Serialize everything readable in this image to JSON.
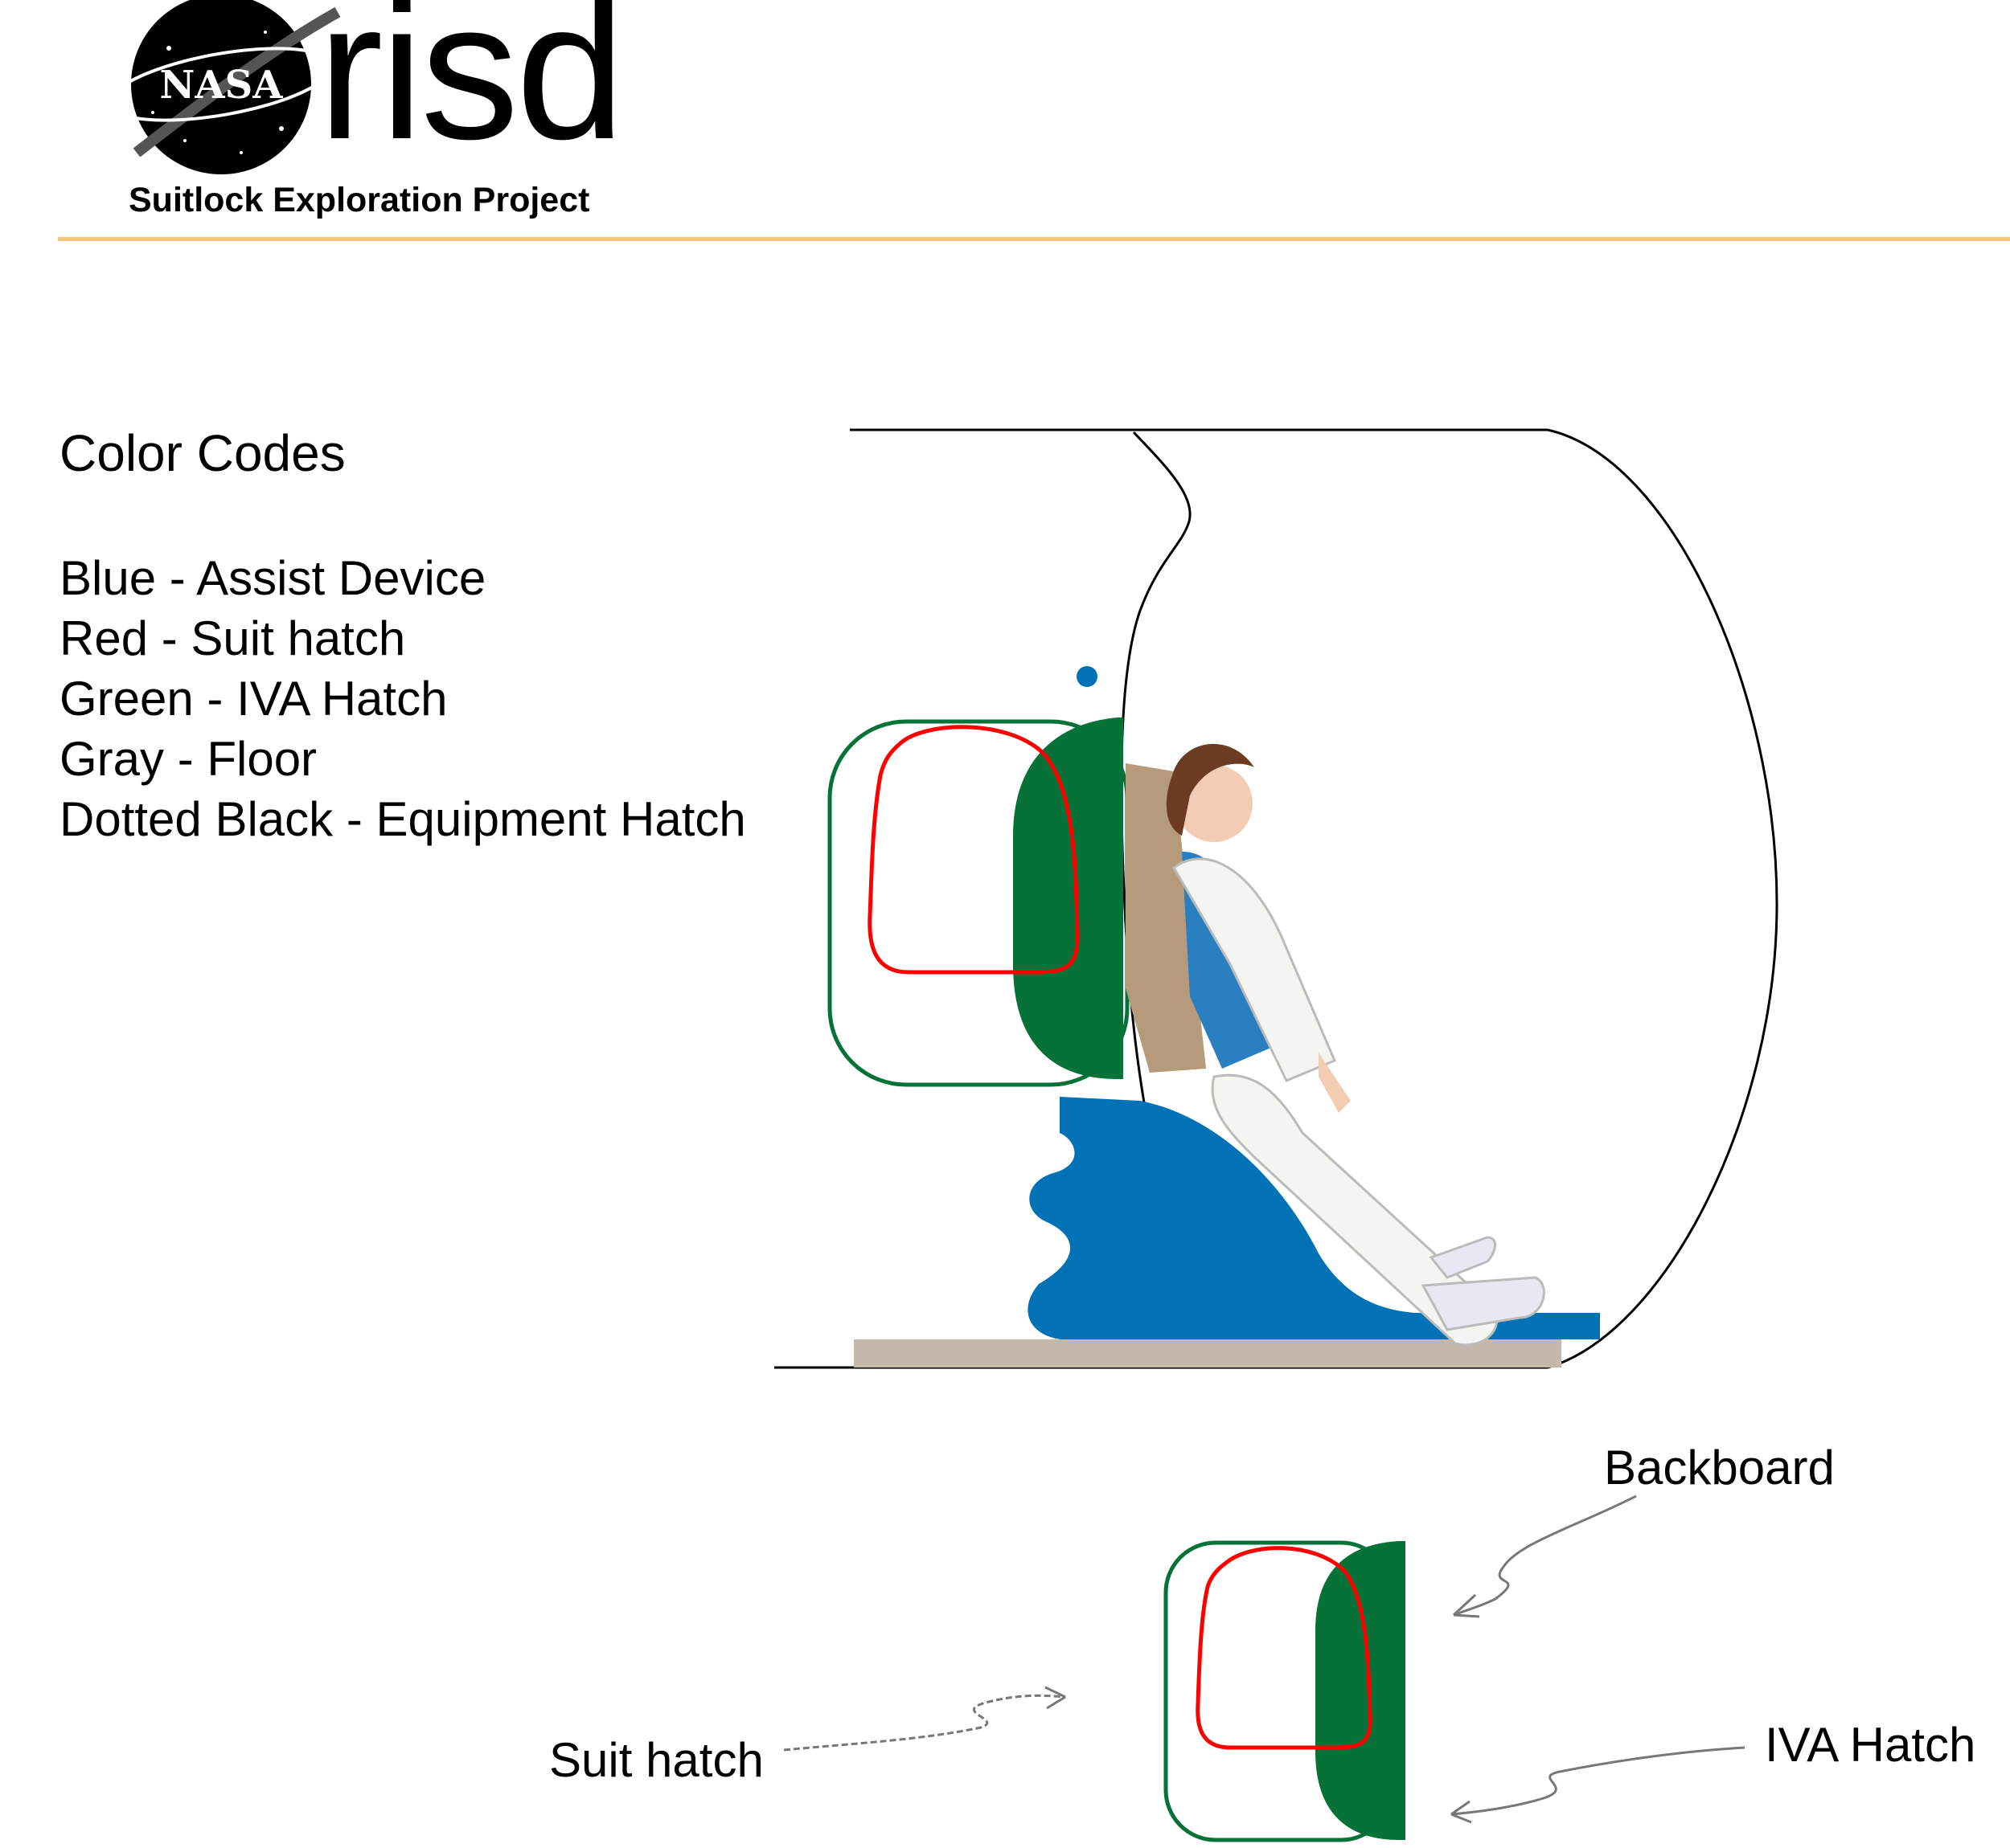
{
  "header": {
    "logo_text": "NASA",
    "brand": "risd",
    "subtitle": "Suitlock Exploration Project"
  },
  "legend": {
    "title": "Color Codes",
    "items": [
      "Blue - Assist Device",
      "Red - Suit hatch",
      "Green - IVA Hatch",
      "Gray - Floor",
      "Dotted Black - Equipment Hatch"
    ]
  },
  "callouts": {
    "backboard": "Backboard",
    "suit_hatch": "Suit hatch",
    "iva_hatch": "IVA Hatch"
  },
  "colors": {
    "assist_device": "#0072b5",
    "suit_hatch": "#ff0000",
    "iva_hatch": "#067238",
    "floor": "#c4b8aa",
    "header_rule": "#f5c27e"
  },
  "icons": [
    "nasa-meatball-logo",
    "astronaut-figure",
    "arrow-icon"
  ]
}
